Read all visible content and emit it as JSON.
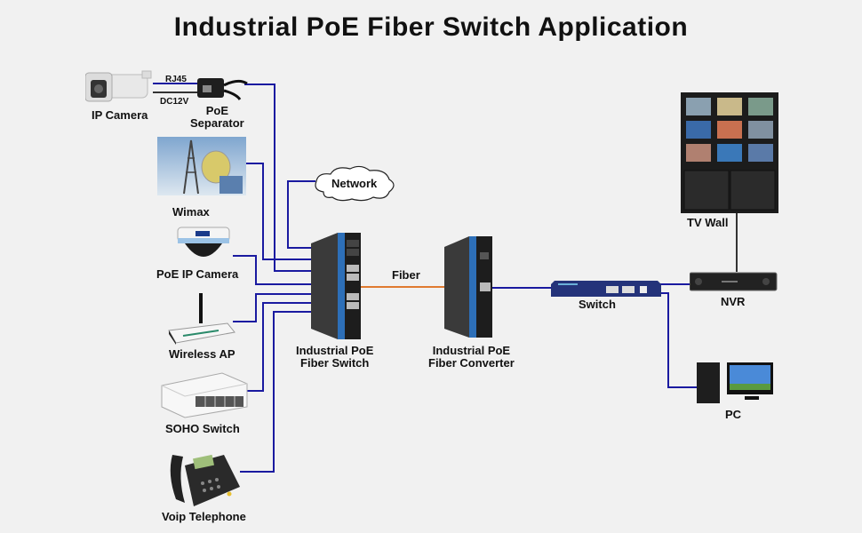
{
  "title": "Industrial PoE Fiber Switch Application",
  "colors": {
    "wire": "#1a1aa0",
    "fiber": "#e07a30",
    "black_wire": "#222222",
    "background": "#f1f1f1"
  },
  "devices": {
    "ip_camera": {
      "label": "IP Camera",
      "icon": "bullet-camera-icon"
    },
    "poe_separator": {
      "label_line1": "PoE",
      "label_line2": "Separator",
      "icon": "poe-separator-icon"
    },
    "rj45": {
      "label": "RJ45"
    },
    "dc12v": {
      "label": "DC12V"
    },
    "wimax": {
      "label": "Wimax",
      "icon": "wimax-tower-icon"
    },
    "poe_ip_camera": {
      "label": "PoE IP Camera",
      "icon": "dome-camera-icon"
    },
    "wireless_ap": {
      "label": "Wireless AP",
      "icon": "wireless-router-icon"
    },
    "soho_switch": {
      "label": "SOHO Switch",
      "icon": "soho-switch-icon"
    },
    "voip_telephone": {
      "label": "Voip Telephone",
      "icon": "telephone-icon"
    },
    "network": {
      "label": "Network",
      "icon": "cloud-icon"
    },
    "industrial_switch": {
      "label_line1": "Industrial PoE",
      "label_line2": "Fiber Switch",
      "icon": "industrial-switch-icon"
    },
    "fiber": {
      "label": "Fiber"
    },
    "fiber_converter": {
      "label_line1": "Industrial PoE",
      "label_line2": "Fiber Converter",
      "icon": "fiber-converter-icon"
    },
    "switch": {
      "label": "Switch",
      "icon": "rack-switch-icon"
    },
    "nvr": {
      "label": "NVR",
      "icon": "nvr-icon"
    },
    "tv_wall": {
      "label": "TV Wall",
      "icon": "tv-wall-icon"
    },
    "pc": {
      "label": "PC",
      "icon": "desktop-pc-icon"
    }
  }
}
